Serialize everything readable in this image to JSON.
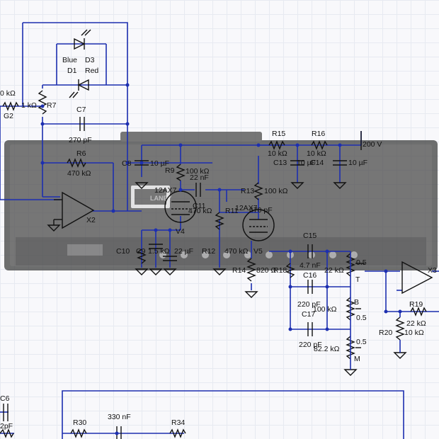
{
  "colors": {
    "wire": "#1d2fb0",
    "component": "#111111",
    "chassis": "#2e2e2e",
    "grid": "#e4e7ef"
  },
  "labels": {
    "r_left_value": "0 kΩ",
    "r_left2_value": "1 kΩ",
    "g2": "G2",
    "r7": "R7",
    "blue": "Blue",
    "d3": "D3",
    "d1": "D1",
    "red": "Red",
    "c7": "C7",
    "c7_value": "270 pF",
    "r6": "R6",
    "r6_value": "470 kΩ",
    "x2": "X2",
    "c8": "C8",
    "c8_value": "10 µF",
    "r9": "R9",
    "r9_value": "100 kΩ",
    "c11_value": "22 nF",
    "tube_v4": "12AX7",
    "c11": "C11",
    "r11_value": "470 kΩ",
    "r11": "R11",
    "tube_v5": "12AX7",
    "c12_value": "470 pF",
    "v4": "V4",
    "r13": "R13",
    "r13_value": "100 kΩ",
    "r15": "R15",
    "r15_value": "10 kΩ",
    "r16": "R16",
    "r16_value": "10 kΩ",
    "c13": "C13",
    "c13_value": "10 µF",
    "c14": "C14",
    "c14_value": "10 µF",
    "supply": "200 V",
    "c10": "C10",
    "c9": "C9",
    "r10_value": "1.5 kΩ",
    "c9_value": "22 µF",
    "r12": "R12",
    "r12_value": "470 kΩ",
    "v5": "V5",
    "r14": "R14",
    "r14_value": "820 Ω",
    "r18": "R18",
    "c15": "C15",
    "c15_value": "4.7 nF",
    "c16": "C16",
    "pot_value": "22 kΩ",
    "pot_t": "T",
    "pot_t_pos": "0.5",
    "x3": "X3",
    "c16_value": "220 pF",
    "r_b_value": "100 kΩ",
    "pot_b": "B",
    "pot_b_pos": "0.5",
    "c17": "C17",
    "c17_value": "220 pF",
    "r_m_value": "82.2 kΩ",
    "pot_m": "M",
    "pot_m_pos": "0.5",
    "r19": "R19",
    "r19_value": "22 kΩ",
    "r20": "R20",
    "r20_value": "10 kΩ",
    "c6": "C6",
    "c6_value": "2pF",
    "r30": "R30",
    "c_bottom_value": "330 nF",
    "r34": "R34",
    "amp_logo": "LANEY"
  }
}
